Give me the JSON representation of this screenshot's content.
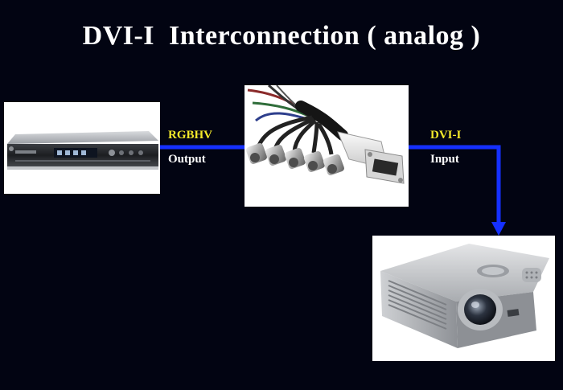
{
  "title": "DVI-I  Interconnection ( analog )",
  "source": {
    "device_icon": "dvd-player-icon",
    "signal_label": "RGBHV",
    "direction_label": "Output"
  },
  "adapter": {
    "device_icon": "bnc-to-dvi-cable-icon"
  },
  "destination": {
    "device_icon": "projector-icon",
    "signal_label": "DVI-I",
    "direction_label": "Input"
  },
  "colors": {
    "background": "#020412",
    "title": "#ffffff",
    "signal_label": "#f2e82a",
    "direction_label": "#ffffff",
    "connection_line": "#1530ff"
  }
}
